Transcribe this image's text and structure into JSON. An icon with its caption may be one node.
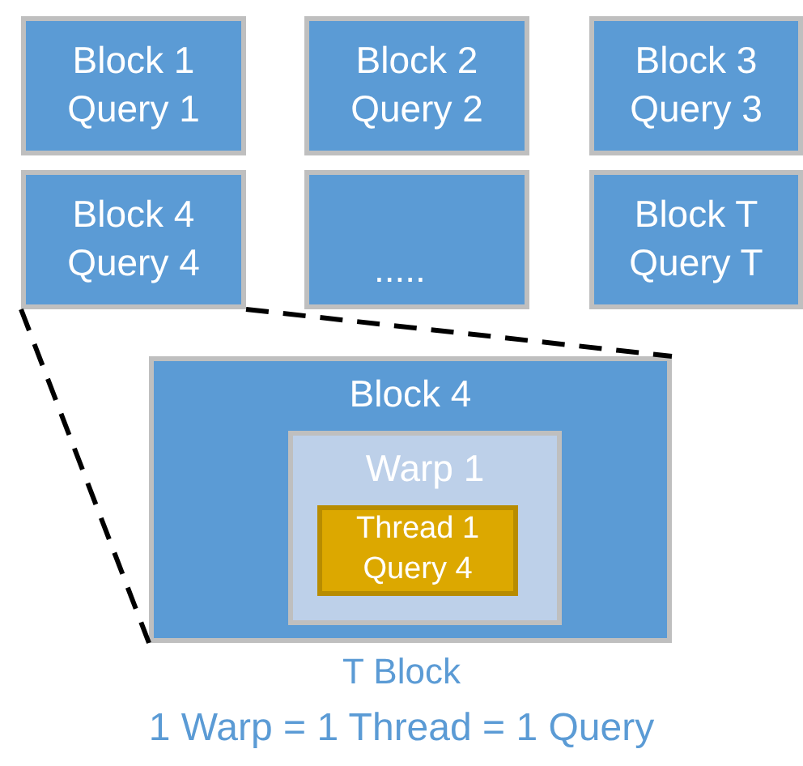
{
  "diagram": {
    "nodes": [
      {
        "text": [
          "Block 1",
          "Query 1"
        ]
      },
      {
        "text": [
          "Block 2",
          "Query 2"
        ]
      },
      {
        "text": [
          "Block 3",
          "Query 3"
        ]
      },
      {
        "text": [
          "Block 4",
          "Query 4"
        ]
      },
      {
        "text": [
          "....."
        ]
      },
      {
        "text": [
          "Block T",
          "Query T"
        ]
      },
      {
        "text": [
          "Block 4"
        ]
      },
      {
        "text": [
          "Warp 1"
        ],
        "in": 6
      },
      {
        "text": [
          "Thread 1",
          "Query 4"
        ],
        "in": 7
      }
    ],
    "edges": [
      {
        "from": 3,
        "to": 6,
        "arrow": "none",
        "style": "dashed"
      },
      {
        "from": 3,
        "to": 6,
        "arrow": "none",
        "style": "dashed"
      }
    ],
    "labels": [
      "T Block",
      "1 Warp = 1 Thread = 1 Query"
    ]
  }
}
